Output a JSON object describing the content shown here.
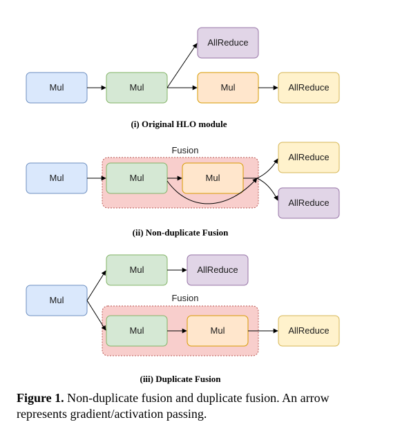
{
  "colors": {
    "blue_fill": "#dae8fc",
    "blue_stroke": "#6c8ebf",
    "green_fill": "#d5e8d4",
    "green_stroke": "#82b366",
    "orange_fill": "#ffe6cc",
    "orange_stroke": "#d79b00",
    "yellow_fill": "#fff2cc",
    "yellow_stroke": "#d6b656",
    "purple_fill": "#e1d5e7",
    "purple_stroke": "#9673a6",
    "fusion_fill": "#f8cecc",
    "fusion_stroke": "#b85450"
  },
  "panel1": {
    "mul_a": "Mul",
    "mul_b": "Mul",
    "mul_c": "Mul",
    "allreduce_top": "AllReduce",
    "allreduce_right": "AllReduce",
    "caption": "(i) Original HLO module"
  },
  "panel2": {
    "fusion_label": "Fusion",
    "mul_a": "Mul",
    "mul_b": "Mul",
    "mul_c": "Mul",
    "allreduce_top": "AllReduce",
    "allreduce_bottom": "AllReduce",
    "caption": "(ii) Non-duplicate Fusion"
  },
  "panel3": {
    "fusion_label": "Fusion",
    "mul_a": "Mul",
    "mul_top": "Mul",
    "allreduce_top": "AllReduce",
    "mul_b": "Mul",
    "mul_c": "Mul",
    "allreduce_bottom": "AllReduce",
    "caption": "(iii) Duplicate Fusion"
  },
  "figure": {
    "label": "Figure 1.",
    "text": "Non-duplicate fusion and duplicate fusion. An arrow represents gradient/activation passing."
  }
}
